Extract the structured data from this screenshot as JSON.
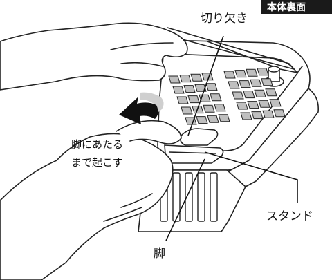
{
  "header_tag": {
    "text": "本体裏面",
    "bg": "#1a1a1a",
    "color": "#ffffff"
  },
  "labels": {
    "notch": "切り欠き",
    "lift_instruction_line1": "脚にあたる",
    "lift_instruction_line2": "まで起こす",
    "stand": "スタンド",
    "leg": "脚"
  },
  "colors": {
    "outline": "#222222",
    "key_fill": "#bfbfbf",
    "arrow_fill": "#111111",
    "arrow_shadow": "#cfcfcf"
  }
}
